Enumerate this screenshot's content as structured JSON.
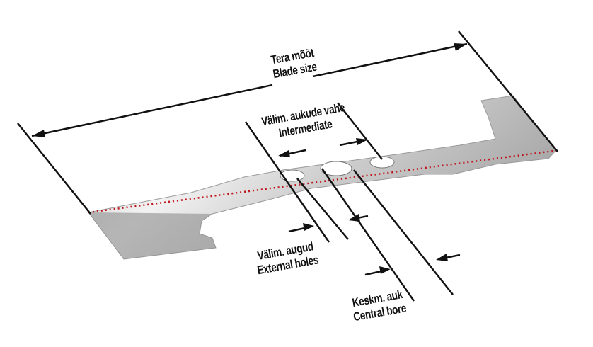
{
  "labels": {
    "blade_size": {
      "line1": "Tera mõõt",
      "line2": "Blade size"
    },
    "intermediate": {
      "line1": "Välim. aukude vahe",
      "line2": "Intermediate"
    },
    "external_holes": {
      "line1": "Välim. augud",
      "line2": "External holes"
    },
    "central_bore": {
      "line1": "Keskm. auk",
      "line2": "Central bore"
    }
  },
  "colors": {
    "line": "#111111",
    "centerline": "#c0141c",
    "blade_light": "#e6e6e6",
    "blade_dark": "#9a9a9a"
  }
}
